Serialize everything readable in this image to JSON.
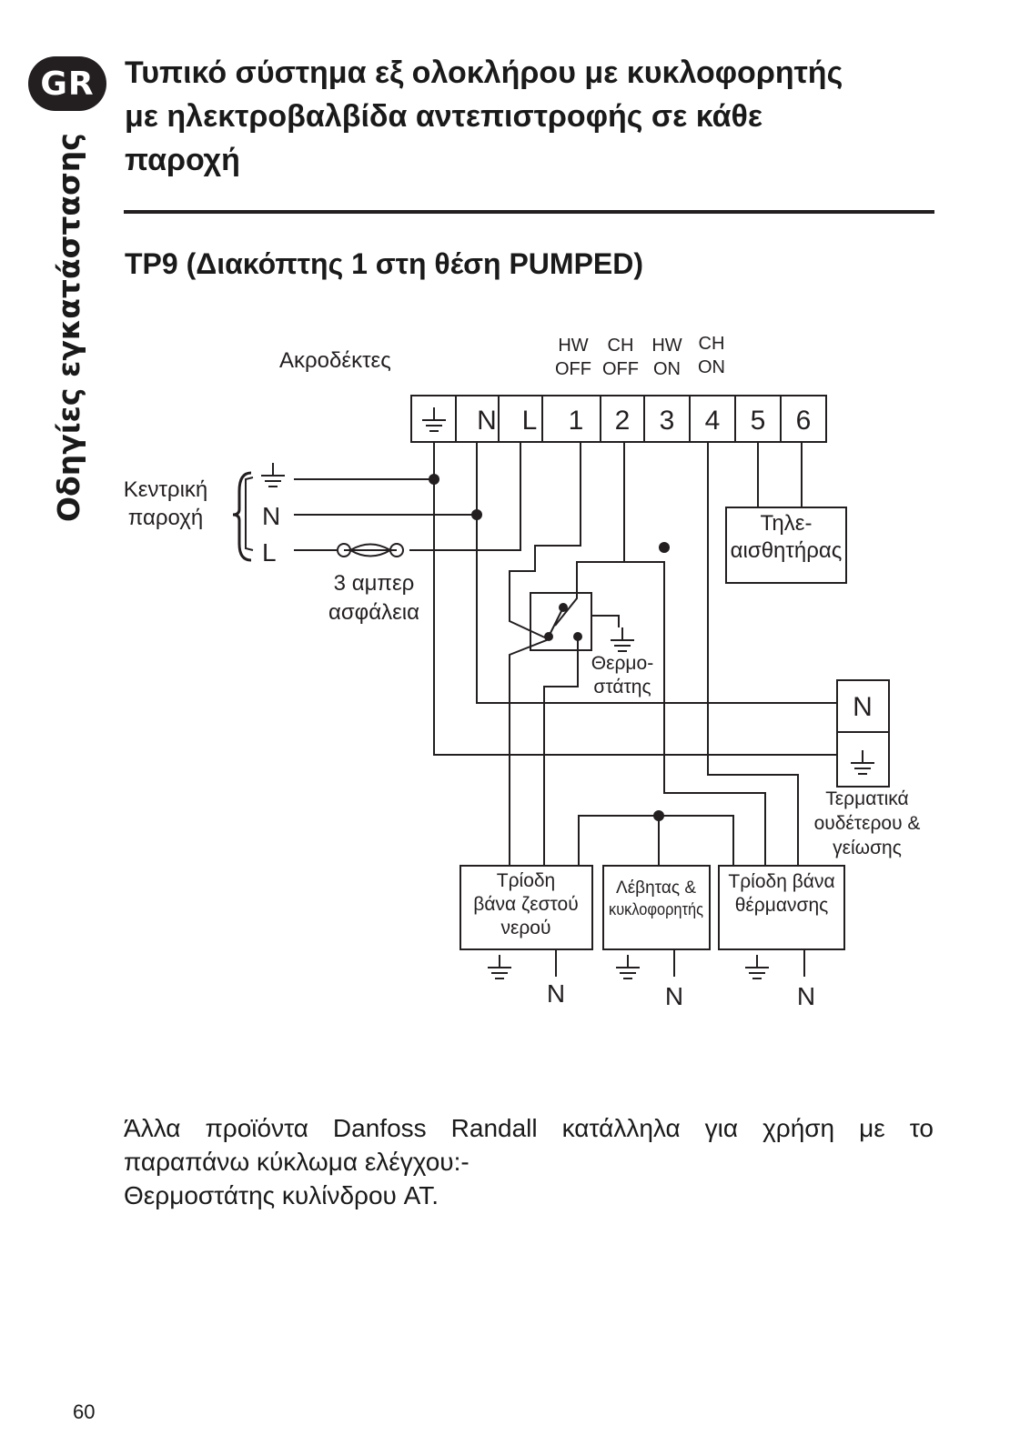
{
  "header": {
    "language_badge": "GR",
    "side_label": "Οδηγίες εγκατάστασης",
    "title_lines": [
      "Τυπικό σύστημα εξ ολοκλήρου με κυκλοφορητής",
      "με ηλεκτροβαλβίδα αντεπιστροφής σε κάθε",
      "παροχή"
    ]
  },
  "subtitle": "TP9 (Διακόπτης 1 στη θέση PUMPED)",
  "diagram": {
    "terminals_label": "Ακροδέκτες",
    "terminal_top_labels": [
      {
        "line1": "HW",
        "line2": "OFF"
      },
      {
        "line1": "CH",
        "line2": "OFF"
      },
      {
        "line1": "HW",
        "line2": "ON"
      },
      {
        "line1": "CH",
        "line2": "ON"
      }
    ],
    "terminals": [
      "N",
      "L",
      "1",
      "2",
      "3",
      "4",
      "5",
      "6"
    ],
    "supply_label": [
      "Κεντρική",
      "παροχή"
    ],
    "supply_lines": [
      "N",
      "L"
    ],
    "fuse_label": [
      "3 αμπερ",
      "ασφάλεια"
    ],
    "thermostat_label": [
      "Θερμο-",
      "στάτης"
    ],
    "sensor_label": [
      "Τηλε-",
      "αισθητήρας"
    ],
    "neutral_block_label": "N",
    "neutral_earth_label": [
      "Τερματικά",
      "ουδέτερου &",
      "γείωσης"
    ],
    "hw_valve_label": [
      "Τρίοδη",
      "βάνα ζεστού",
      "νερού"
    ],
    "boiler_label": [
      "Λέβητας &",
      "κυκλοφορητής"
    ],
    "ch_valve_label": [
      "Τρίοδη βάνα",
      "θέρμανσης"
    ],
    "bottom_neutral_labels": [
      "N",
      "N",
      "N"
    ]
  },
  "note_lines": [
    "Άλλα προϊόντα Danfoss Randall κατάλληλα για χρήση με το",
    "παραπάνω κύκλωμα ελέγχου:-",
    "Θερμοστάτης κυλίνδρου AT."
  ],
  "page_number": "60"
}
